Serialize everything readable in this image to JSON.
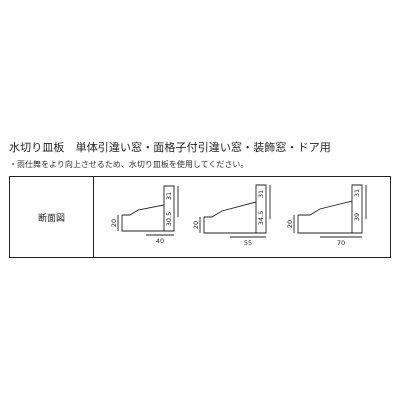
{
  "header": {
    "title": "水切り皿板　単体引違い窓・面格子付引違い窓・装飾窓・ドア用",
    "note": "・雨仕舞をより向上させるため、水切り皿板を使用してください。"
  },
  "table": {
    "row_label": "断面図",
    "profiles": [
      {
        "left_height": "20",
        "outer_height": "31",
        "inner_height": "30.5",
        "width": "40"
      },
      {
        "left_height": "20",
        "outer_height": "31",
        "inner_height": "34.5",
        "width": "55"
      },
      {
        "left_height": "20",
        "outer_height": "31",
        "inner_height": "39",
        "width": "70"
      }
    ]
  },
  "colors": {
    "line": "#222222",
    "background": "#ffffff"
  }
}
